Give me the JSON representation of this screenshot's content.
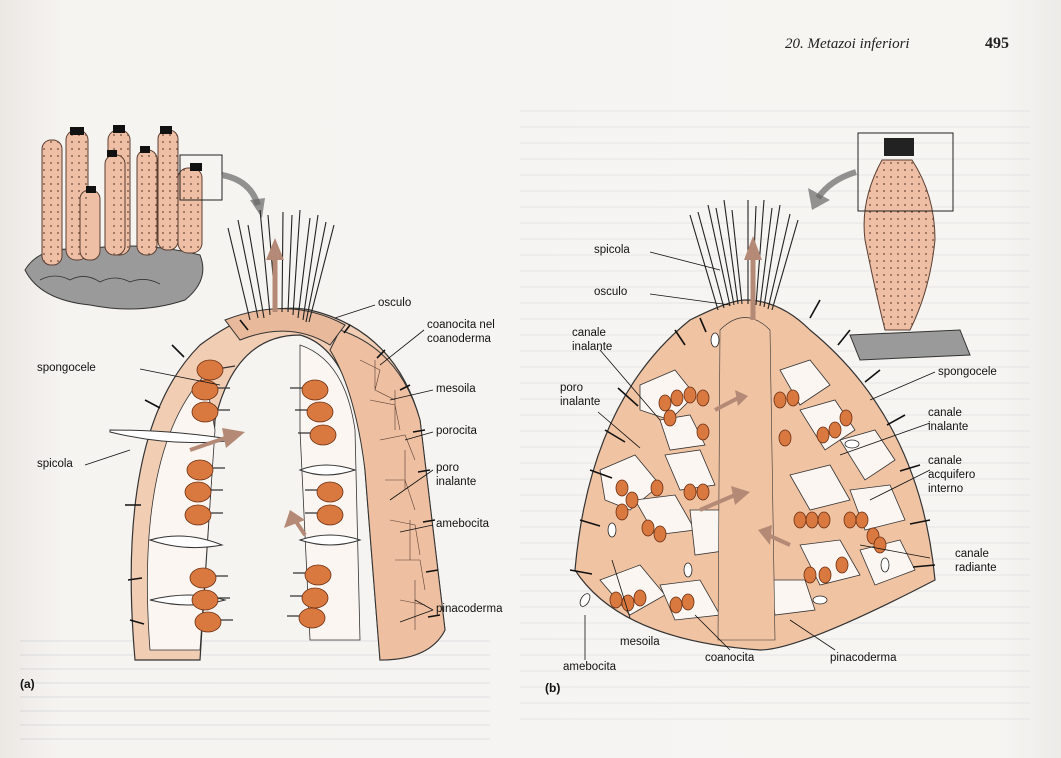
{
  "header": {
    "chapter": "20. Metazoi inferiori",
    "page_number": "495"
  },
  "panel_a": {
    "tag": "(a)",
    "labels": {
      "osculo": "osculo",
      "coanocita_nel": "coanocita nel",
      "coanoderma": "coanoderma",
      "mesoila": "mesoila",
      "porocita": "porocita",
      "poro": "poro",
      "inalante": "inalante",
      "amebocita": "amebocita",
      "pinacoderma": "pinacoderma",
      "spongocele": "spongocele",
      "spicola": "spicola"
    }
  },
  "panel_b": {
    "tag": "(b)",
    "labels": {
      "spicola": "spicola",
      "osculo": "osculo",
      "canale_inalante_l1": "canale",
      "canale_inalante_l2": "inalante",
      "poro_inalante_l1": "poro",
      "poro_inalante_l2": "inalante",
      "spongocele": "spongocele",
      "canale_inalante_r1": "canale",
      "canale_inalante_r2": "inalante",
      "canale_acquifero_1": "canale",
      "canale_acquifero_2": "acquifero",
      "canale_acquifero_3": "interno",
      "canale_radiante_1": "canale",
      "canale_radiante_2": "radiante",
      "mesoila": "mesoila",
      "amebocita": "amebocita",
      "coanocita": "coanocita",
      "pinacoderma": "pinacoderma"
    }
  },
  "colors": {
    "tissue": "#f0c3a3",
    "cell": "#d9793f",
    "ink": "#1a1a1a"
  }
}
